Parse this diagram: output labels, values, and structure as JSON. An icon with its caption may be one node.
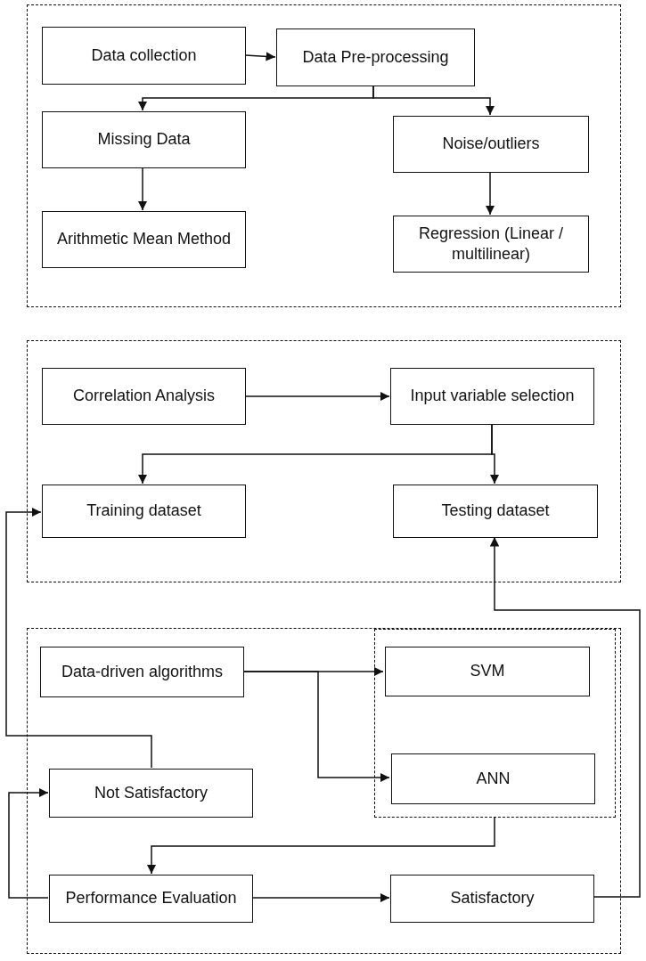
{
  "diagram": {
    "nodes": [
      {
        "text": [],
        "shape": "box"
      },
      {
        "text": [
          "Data collection"
        ],
        "in": 0
      },
      {
        "text": [
          "Data Pre-processing"
        ],
        "in": 0
      },
      {
        "text": [
          "Missing Data"
        ],
        "in": 0
      },
      {
        "text": [
          "Noise/outliers"
        ],
        "in": 0
      },
      {
        "text": [
          "Arithmetic Mean Method"
        ],
        "in": 0
      },
      {
        "text": [
          "Regression (Linear / multilinear)"
        ],
        "in": 0
      },
      {
        "text": [],
        "shape": "box"
      },
      {
        "text": [
          "Correlation Analysis"
        ],
        "in": 7
      },
      {
        "text": [
          "Input variable selection"
        ],
        "in": 7
      },
      {
        "text": [
          "Training dataset"
        ],
        "in": 7
      },
      {
        "text": [
          "Testing dataset"
        ],
        "in": 7
      },
      {
        "text": [],
        "shape": "box"
      },
      {
        "text": [
          "Data-driven algorithms"
        ],
        "in": 12
      },
      {
        "text": [],
        "shape": "box",
        "in": 12
      },
      {
        "text": [
          "SVM"
        ],
        "in": 14
      },
      {
        "text": [
          "ANN"
        ],
        "in": 14
      },
      {
        "text": [
          "Not Satisfactory"
        ],
        "in": 12
      },
      {
        "text": [
          "Performance Evaluation"
        ],
        "in": 12
      },
      {
        "text": [
          "Satisfactory"
        ],
        "in": 12
      }
    ],
    "edges": [
      {
        "from": 1,
        "to": 2,
        "arrow": "to"
      },
      {
        "from": 2,
        "to": 3,
        "arrow": "to"
      },
      {
        "from": 2,
        "to": 4,
        "arrow": "to"
      },
      {
        "from": 3,
        "to": 5,
        "arrow": "to"
      },
      {
        "from": 4,
        "to": 6,
        "arrow": "to"
      },
      {
        "from": 8,
        "to": 9,
        "arrow": "to"
      },
      {
        "from": 9,
        "to": 10,
        "arrow": "to"
      },
      {
        "from": 9,
        "to": 11,
        "arrow": "to"
      },
      {
        "from": 17,
        "to": 10,
        "arrow": "to"
      },
      {
        "from": 19,
        "to": 11,
        "arrow": "to"
      },
      {
        "from": 13,
        "to": 15,
        "arrow": "to"
      },
      {
        "from": 13,
        "to": 16,
        "arrow": "to"
      },
      {
        "from": 14,
        "to": 18,
        "arrow": "to"
      },
      {
        "from": 18,
        "to": 17,
        "arrow": "to"
      },
      {
        "from": 18,
        "to": 19,
        "arrow": "to"
      }
    ]
  }
}
